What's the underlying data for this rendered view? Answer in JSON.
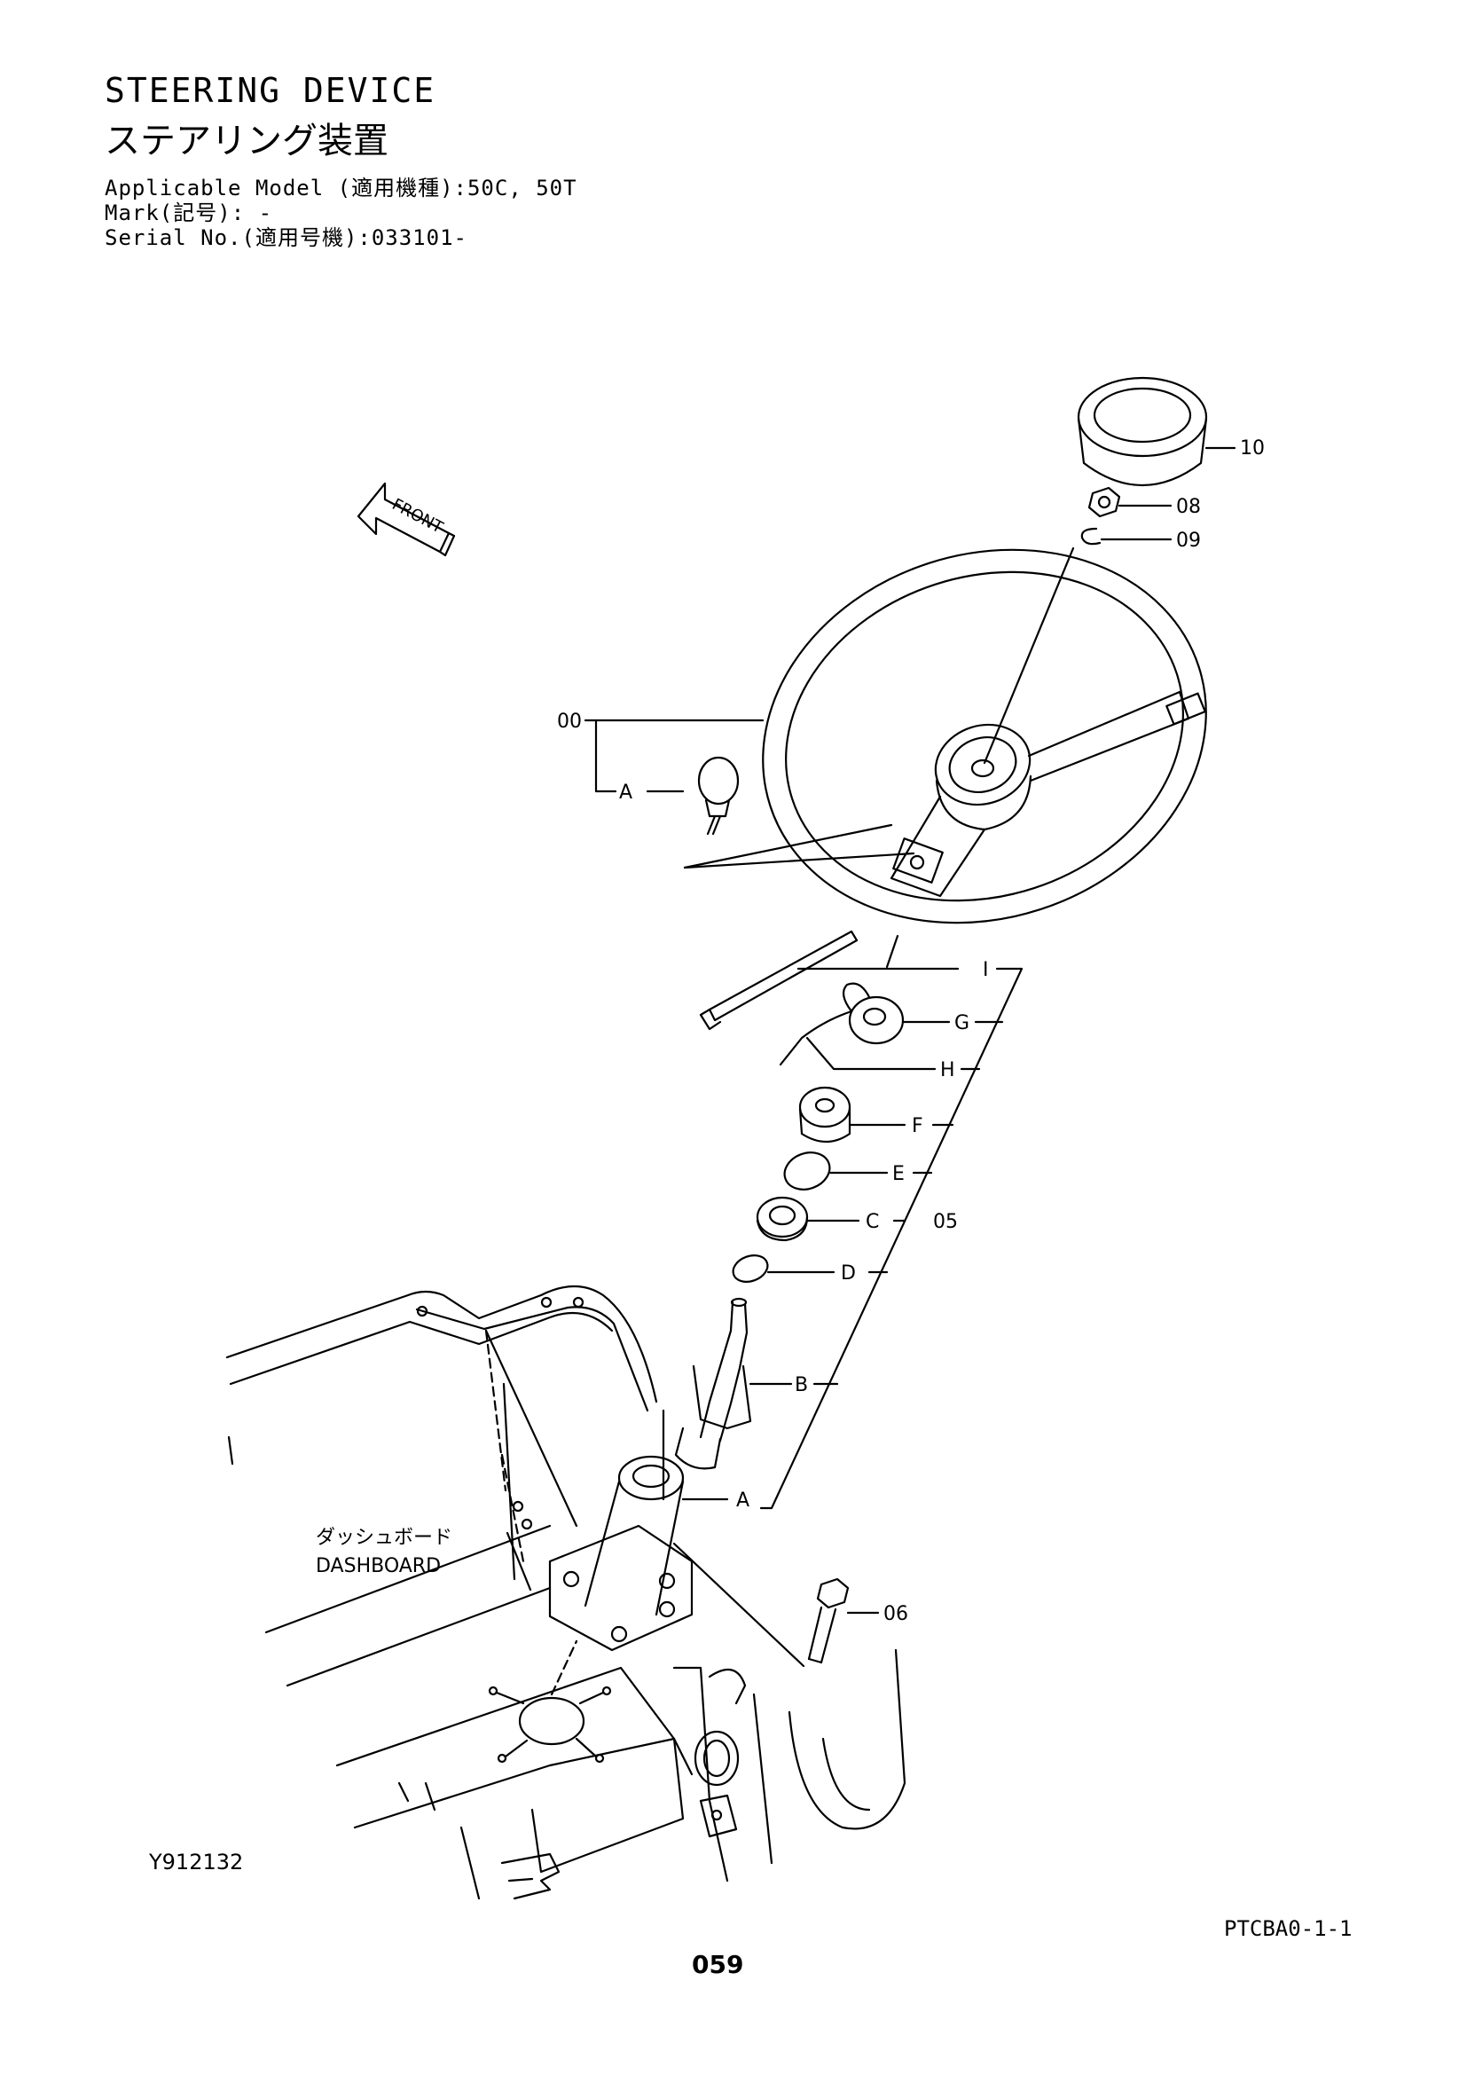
{
  "header": {
    "title_en": "STEERING DEVICE",
    "title_jp": "ステアリング装置",
    "applicable_model": "Applicable Model (適用機種):50C, 50T",
    "mark": "Mark(記号): -",
    "serial_no": "Serial No.(適用号機):033101-"
  },
  "diagram": {
    "front_label": "FRONT",
    "callouts": {
      "p10": "10",
      "p08": "08",
      "p09": "09",
      "p00": "00",
      "sub_a_top": "A",
      "sub_i": "I",
      "sub_g": "G",
      "sub_h": "H",
      "sub_f": "F",
      "sub_e": "E",
      "sub_c": "C",
      "p05": "05",
      "sub_d": "D",
      "sub_b": "B",
      "sub_a_bottom": "A",
      "p06": "06"
    },
    "dashboard_jp": "ダッシュボード",
    "dashboard_en": "DASHBOARD"
  },
  "footer": {
    "figure_id": "Y912132",
    "ref_code": "PTCBA0-1-1",
    "page_number": "059"
  }
}
